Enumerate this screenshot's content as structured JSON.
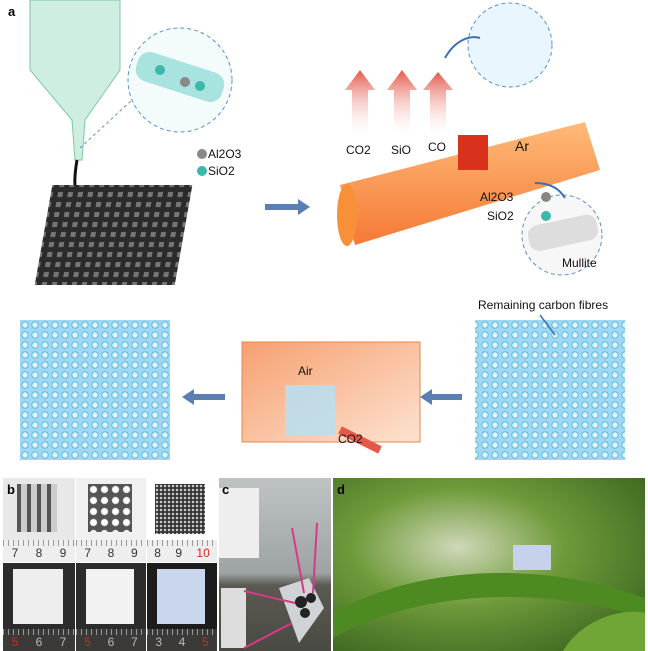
{
  "panels": {
    "a": "a",
    "b": "b",
    "c": "c",
    "d": "d"
  },
  "panel_a": {
    "legend": {
      "al2o3": "Al2O3",
      "sio2": "SiO2"
    },
    "gases": [
      "CO2",
      "SiO",
      "CO"
    ],
    "tube_gas": "Ar",
    "tube_legend": {
      "al2o3": "Al2O3",
      "sio2": "SiO2"
    },
    "mullite": "Mullite",
    "box_gas": "Air",
    "box_release": "CO2",
    "remaining": "Remaining carbon fibres"
  },
  "panel_b": {
    "top_rulers": [
      [
        "7",
        "8",
        "9"
      ],
      [
        "7",
        "8",
        "9"
      ],
      [
        "8",
        "9",
        "10"
      ]
    ],
    "bottom_rulers": [
      [
        "5",
        "6",
        "7"
      ],
      [
        "5",
        "6",
        "7"
      ],
      [
        "3",
        "4",
        "5"
      ]
    ]
  },
  "colors": {
    "orange": "#f57a2a",
    "blue": "#6cc3ea",
    "arrow": "#5b7fb5",
    "red_arrow": "#e4584a"
  }
}
